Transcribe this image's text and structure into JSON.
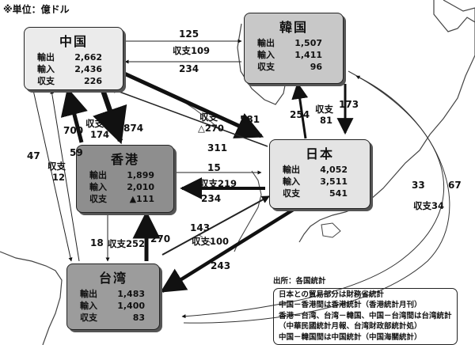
{
  "unit_note": "※単位：億ドル",
  "regions": {
    "china": {
      "name": "中国",
      "export_label": "輸出",
      "export": "2,662",
      "import_label": "輸入",
      "import": "2,436",
      "balance_label": "収支",
      "balance": "226"
    },
    "korea": {
      "name": "韓国",
      "export_label": "輸出",
      "export": "1,507",
      "import_label": "輸入",
      "import": "1,411",
      "balance_label": "収支",
      "balance": "96"
    },
    "japan": {
      "name": "日本",
      "export_label": "輸出",
      "export": "4,052",
      "import_label": "輸入",
      "import": "3,511",
      "balance_label": "収支",
      "balance": "541"
    },
    "hongkong": {
      "name": "香港",
      "export_label": "輸出",
      "export": "1,899",
      "import_label": "輸入",
      "import": "2,010",
      "balance_label": "収支",
      "balance": "▲111"
    },
    "taiwan": {
      "name": "台湾",
      "export_label": "輸出",
      "export": "1,483",
      "import_label": "輸入",
      "import": "1,400",
      "balance_label": "収支",
      "balance": "83"
    }
  },
  "flows": {
    "china_korea": "125",
    "china_korea_balance": "収支109",
    "korea_china": "234",
    "china_japan": "581",
    "china_japan_balance": "収支",
    "china_japan_balance_val": "△270",
    "japan_china": "311",
    "korea_japan": "173",
    "korea_japan_balance": "収支",
    "korea_japan_balance_val": "81",
    "japan_korea": "254",
    "china_hk_700": "700",
    "china_hk_balance": "収支",
    "china_hk_balance_val": "174",
    "china_hk_874": "874",
    "hk_japan": "15",
    "hk_japan_balance": "収支219",
    "japan_hk": "234",
    "china_taiwan_47": "47",
    "china_taiwan_59": "59",
    "china_taiwan_balance": "収支",
    "china_taiwan_balance_val": "12",
    "hk_taiwan": "18",
    "hk_taiwan_balance": "収支252",
    "taiwan_hk": "270",
    "taiwan_japan": "143",
    "taiwan_japan_balance": "収支100",
    "japan_taiwan": "243",
    "korea_taiwan_33": "33",
    "korea_taiwan_67": "67",
    "korea_taiwan_balance": "収支34"
  },
  "sources": {
    "heading": "出所：各国統計",
    "line1": "日本との貿易部分は財務省統計",
    "line2": "中国－香港間は香港統計（香港統計月刊）",
    "line3": "香港－台湾、台湾－韓国、中国－台湾間は台湾統計",
    "line4": "（中華民國統計月報、台湾財政部統計処）",
    "line5": "中国－韓国間は中国統計（中国海關統計）"
  }
}
